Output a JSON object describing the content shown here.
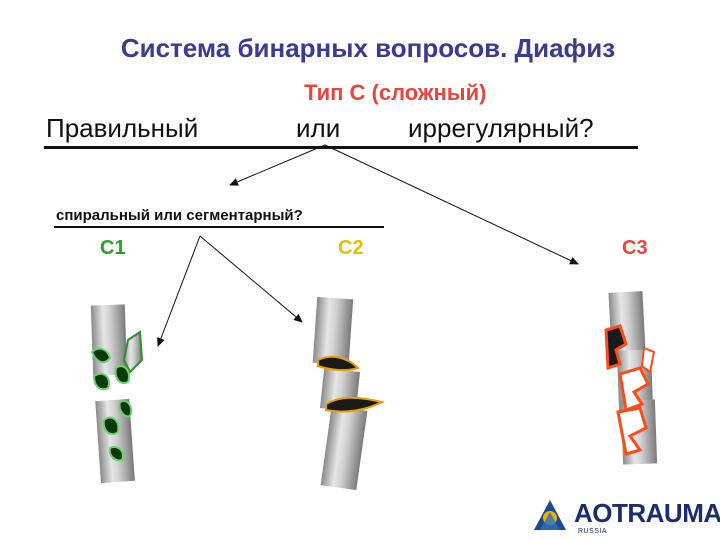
{
  "title": "Система бинарных вопросов. Диафиз",
  "subtitle": "Тип С (сложный)",
  "question": {
    "option_a": "Правильный",
    "connector": "или",
    "option_b": "иррегулярный?"
  },
  "sub_question": "спиральный или сегментарный?",
  "types": {
    "c1": "С1",
    "c2": "С2",
    "c3": "С3"
  },
  "colors": {
    "title": "#3b3b8f",
    "subtitle": "#e8463d",
    "c1": "#2e9e2e",
    "c2": "#e0c000",
    "c3": "#e8463d",
    "fragment_c3": "#ff4a1a",
    "fragment_c1": "#2f8f2f"
  },
  "logo": {
    "name": "AOTRAUMA",
    "region": "RUSSIA"
  }
}
